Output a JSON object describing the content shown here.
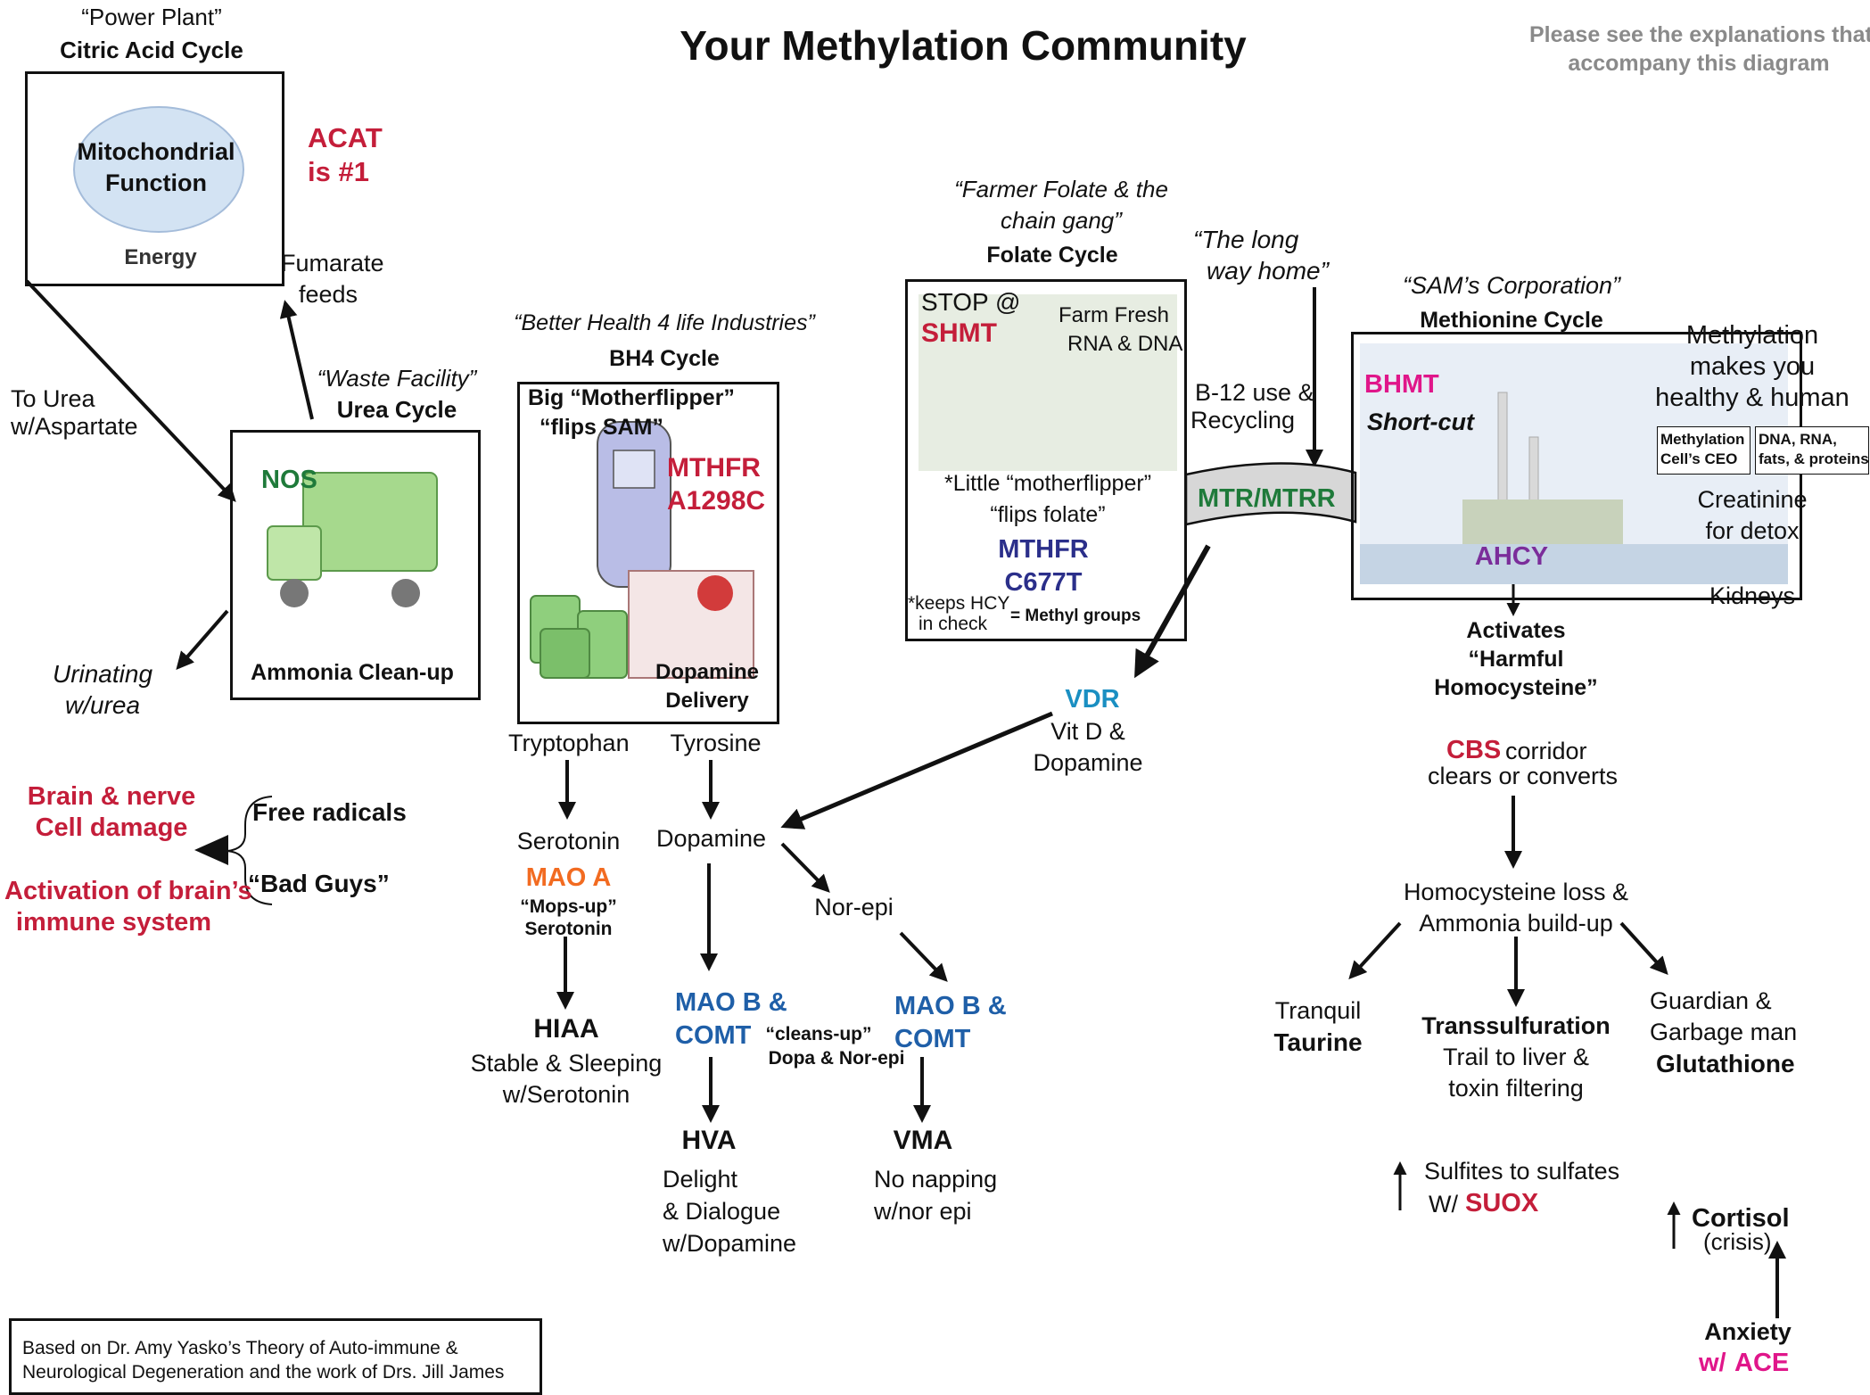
{
  "header": {
    "title": "Your Methylation Community",
    "note_line1": "Please see the explanations that",
    "note_line2": "accompany this diagram"
  },
  "colors": {
    "red": "#c41e3a",
    "blue": "#1f5fa8",
    "navy": "#2b2f8a",
    "green": "#1f7a3a",
    "orange": "#f26b21",
    "pink": "#e0168a",
    "purple": "#7b2d9a",
    "teal": "#1a8fc2"
  },
  "citric": {
    "quote": "“Power Plant”",
    "name": "Citric Acid Cycle",
    "box_line1": "Mitochondrial",
    "box_line2": "Function",
    "energy": "Energy",
    "acat1": "ACAT",
    "acat2": "is #1",
    "fum1": "Fumarate",
    "fum2": "feeds"
  },
  "urea": {
    "quote": "“Waste Facility”",
    "name": "Urea Cycle",
    "nos": "NOS",
    "footer": "Ammonia Clean-up",
    "to_urea1": "To Urea",
    "to_urea2": "w/Aspartate",
    "urinating1": "Urinating",
    "urinating2": "w/urea"
  },
  "damage": {
    "brain1": "Brain & nerve",
    "brain2": "Cell damage",
    "act1": "Activation of brain’s",
    "act2": "immune system",
    "free": "Free radicals",
    "bad": "“Bad Guys”"
  },
  "bh4": {
    "quote": "“Better Health 4 life Industries”",
    "name": "BH4 Cycle",
    "big1": "Big “Motherflipper”",
    "big2": "“flips SAM”",
    "gene1": "MTHFR",
    "gene2": "A1298C",
    "dop1": "Dopamine",
    "dop2": "Delivery",
    "tryptophan": "Tryptophan",
    "tyrosine": "Tyrosine",
    "serotonin": "Serotonin",
    "maoa": "MAO A",
    "mops1": "“Mops-up”",
    "mops2": "Serotonin",
    "hiaa": "HIAA",
    "hiaa1": "Stable & Sleeping",
    "hiaa2": "w/Serotonin",
    "dopamine": "Dopamine",
    "norepi": "Nor-epi",
    "maob1a": "MAO B &",
    "maob1b": "COMT",
    "maob2a": "MAO B &",
    "maob2b": "COMT",
    "cleans1": "“cleans-up”",
    "cleans2": "Dopa & Nor-epi",
    "hva": "HVA",
    "hva1": "Delight",
    "hva2": "& Dialogue",
    "hva3": "w/Dopamine",
    "vma": "VMA",
    "vma1": "No napping",
    "vma2": "w/nor epi"
  },
  "folate": {
    "quote1": "“Farmer Folate & the",
    "quote2": "chain gang”",
    "name": "Folate Cycle",
    "stop": "STOP @",
    "shmt": "SHMT",
    "farm1": "Farm Fresh",
    "farm2": "RNA & DNA",
    "little1": "*Little “motherflipper”",
    "little2": "“flips folate”",
    "gene1": "MTHFR",
    "gene2": "C677T",
    "keeps1": "*keeps HCY",
    "keeps2": "in check",
    "methyl": "= Methyl groups",
    "long1": "“The long",
    "long2": "way home”",
    "b12a": "B-12 use &",
    "b12b": "Recycling",
    "mtr": "MTR/MTRR"
  },
  "vdr": {
    "name": "VDR",
    "l1": "Vit D &",
    "l2": "Dopamine"
  },
  "sam": {
    "quote": "“SAM’s Corporation”",
    "name": "Methionine Cycle",
    "bhmt": "BHMT",
    "short": "Short-cut",
    "ahcy": "AHCY",
    "act1": "Activates",
    "act2": "“Harmful",
    "act3": "Homocysteine”",
    "meth1": "Methylation",
    "meth2": "makes you",
    "meth3": "healthy & human",
    "ceo1": "Methylation",
    "ceo2": "Cell’s CEO",
    "dna1": "DNA, RNA,",
    "dna2": "fats, & proteins",
    "creat1": "Creatinine",
    "creat2": "for detox",
    "kidneys": "Kidneys"
  },
  "cbs": {
    "cbs": "CBS",
    "corr": "corridor",
    "clears": "clears or converts",
    "loss1": "Homocysteine loss &",
    "loss2": "Ammonia build-up",
    "tranq": "Tranquil",
    "taurine": "Taurine",
    "trans": "Transsulfuration",
    "trail1": "Trail to liver &",
    "trail2": "toxin filtering",
    "guard1": "Guardian &",
    "guard2": "Garbage man",
    "gluta": "Glutathione",
    "sulf1": "Sulfites to sulfates",
    "sulf2": "W/",
    "suox": "SUOX",
    "cortisol": "Cortisol",
    "crisis": "(crisis)",
    "anxiety": "Anxiety",
    "ace_w": "w/",
    "ace": "ACE"
  },
  "footer": {
    "line1": "Based on Dr. Amy Yasko’s Theory of Auto-immune &",
    "line2": "Neurological Degeneration and the work of Drs. Jill James"
  }
}
